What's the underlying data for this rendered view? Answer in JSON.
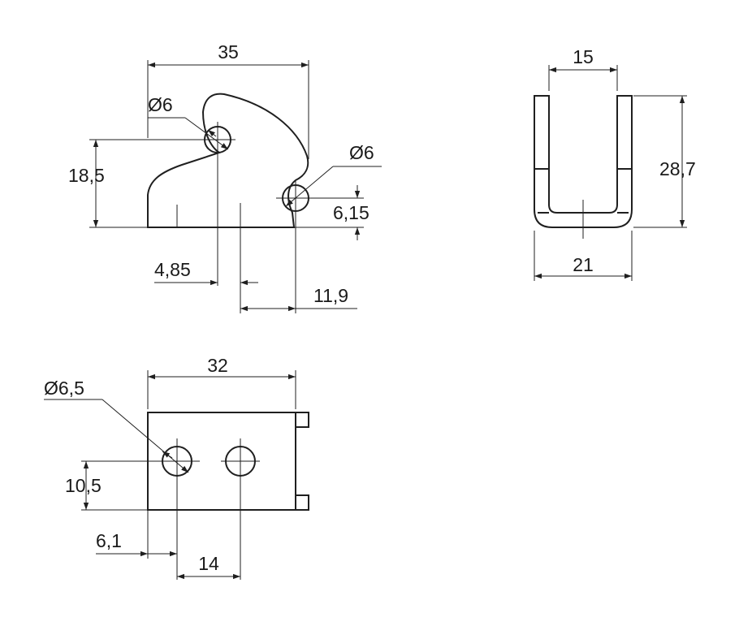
{
  "side_view": {
    "width": "35",
    "hole_top": "Ø6",
    "hole_right": "Ø6",
    "height": "18,5",
    "hole_right_height": "6,15",
    "offset_small": "4,85",
    "offset_right": "11,9"
  },
  "end_view": {
    "inner_width": "15",
    "outer_width": "21",
    "height": "28,7"
  },
  "top_view": {
    "width": "32",
    "hole_diameter": "Ø6,5",
    "hole_height": "10,5",
    "hole_offset": "6,1",
    "hole_spacing": "14"
  }
}
